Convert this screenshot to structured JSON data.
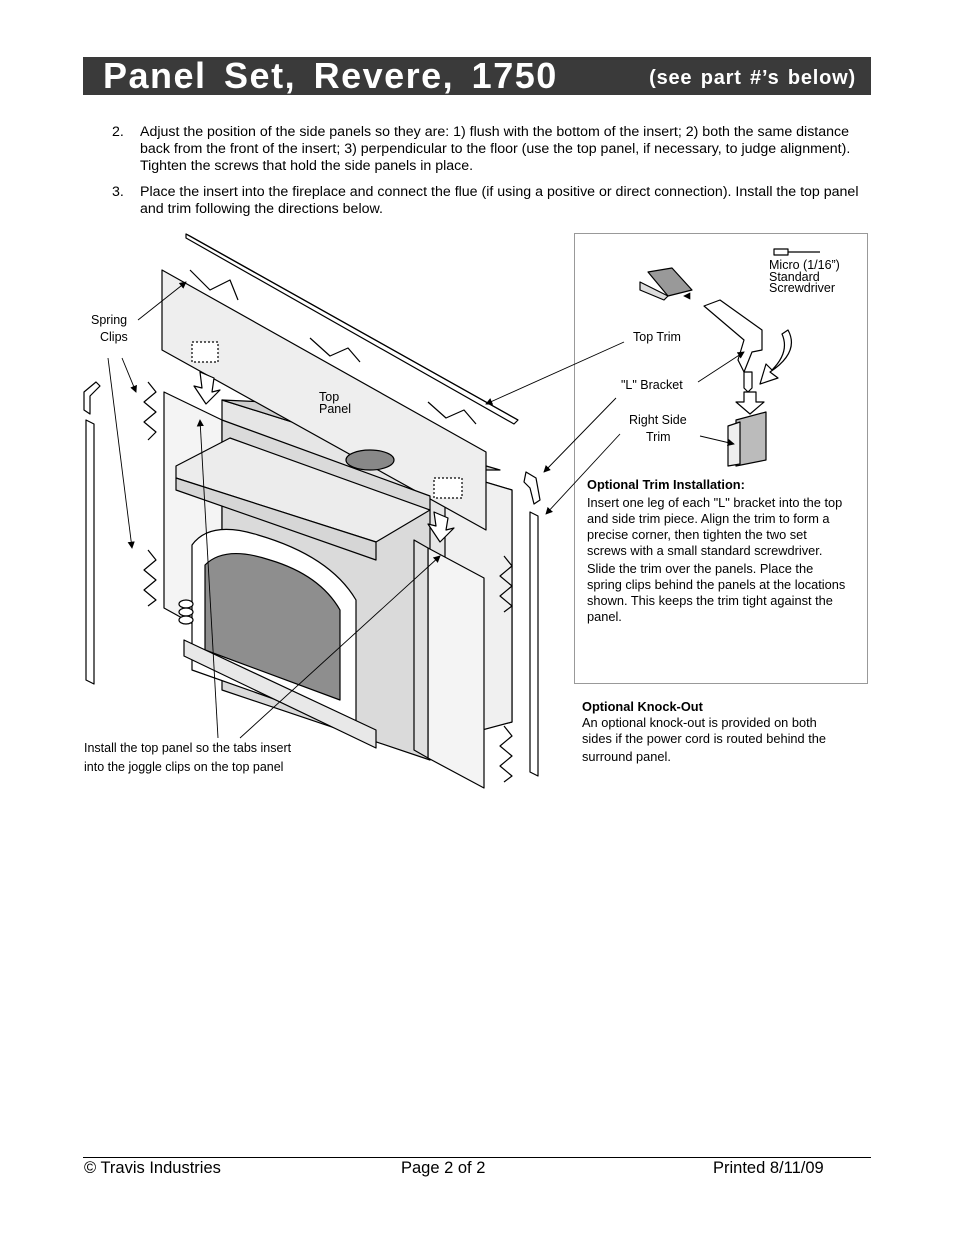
{
  "header": {
    "title": "Panel Set, Revere, 1750",
    "subtitle": "(see part #’s below)"
  },
  "steps": [
    {
      "number": "2.",
      "text": "Adjust the position of the side panels so they are: 1) flush with the bottom of the insert; 2) both the same distance back from the front of the insert; 3) perpendicular to the floor (use the top panel, if necessary, to judge alignment).  Tighten the screws that hold the side panels in place."
    },
    {
      "number": "3.",
      "text": "Place the insert into the fireplace and connect the flue (if using a positive or direct connection).  Install the top panel and trim following the directions below."
    }
  ],
  "figure": {
    "spring_clips_label_1": "Spring",
    "spring_clips_label_2": "Clips",
    "top_panel_label_1": "Top",
    "top_panel_label_2": "Panel",
    "install_note_1": "Install the top panel so the tabs insert",
    "install_note_2": "into the joggle clips on the top panel",
    "screwdriver_label_1": "Micro (1/16”)",
    "screwdriver_label_2": "Standard",
    "screwdriver_label_3": "Screwdriver",
    "top_trim_label": "Top Trim",
    "l_bracket_label": "\"L\" Bracket",
    "right_side_trim_label_1": "Right Side",
    "right_side_trim_label_2": "Trim",
    "optional_trim_heading": "Optional Trim Installation:",
    "optional_trim_lines": [
      "Insert one leg of each \"L\" bracket into the top",
      "and side trim piece.  Align the trim to form a",
      "precise corner, then tighten the two set",
      "screws with a small standard screwdriver.",
      "Slide the trim over the panels. Place the",
      "spring clips behind the panels at the locations",
      "shown.  This keeps the trim tight against the",
      "panel."
    ],
    "knockout_heading": "Optional Knock-Out",
    "knockout_lines": [
      "An optional knock-out is provided on both",
      "sides if the power cord is routed behind the",
      "surround panel."
    ]
  },
  "footer": {
    "copyright": "© Travis Industries",
    "page": "Page 2 of 2",
    "printed": "Printed 8/11/09"
  }
}
